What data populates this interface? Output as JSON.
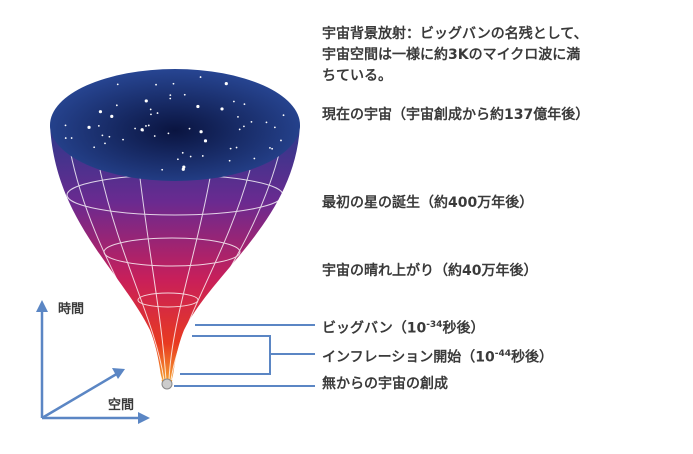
{
  "labels": {
    "cmb_line1": "宇宙背景放射：ビッグバンの名残として、",
    "cmb_line2": "宇宙空間は一様に約3Kのマイクロ波に満",
    "cmb_line3": "ちている。",
    "present": "現在の宇宙（宇宙創成から約137億年後）",
    "first_stars": "最初の星の誕生（約400万年後）",
    "clearing": "宇宙の晴れ上がり（約40万年後）",
    "bigbang_pre": "ビッグバン（10",
    "bigbang_exp": "-34",
    "bigbang_post": "秒後）",
    "inflation_pre": "インフレーション開始（10",
    "inflation_exp": "-44",
    "inflation_post": "秒後）",
    "creation": "無からの宇宙の創成"
  },
  "axes": {
    "time": "時間",
    "space": "空間"
  },
  "colors": {
    "axis": "#5b86c4",
    "top": "#1a2d6e",
    "bottom": "#e0401a"
  }
}
